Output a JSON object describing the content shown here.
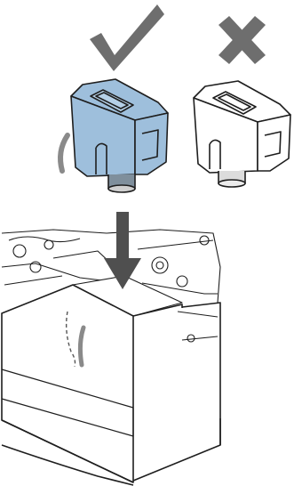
{
  "diagram": {
    "panels": [
      {
        "id": "correct",
        "mark": "check-icon",
        "meaning": "correct",
        "part_color": "#9ebfdc"
      },
      {
        "id": "incorrect",
        "mark": "cross-icon",
        "meaning": "incorrect",
        "part_color": "#ffffff"
      }
    ],
    "colors": {
      "mark": "#6e6e6e",
      "outline": "#1e1e1e",
      "arrow": "#4f4f4f",
      "highlight": "#9ebfdc",
      "guide": "#8a8a8a"
    },
    "icons": [
      "check-icon",
      "cross-icon",
      "down-arrow-icon",
      "curved-arrow-icon"
    ]
  }
}
